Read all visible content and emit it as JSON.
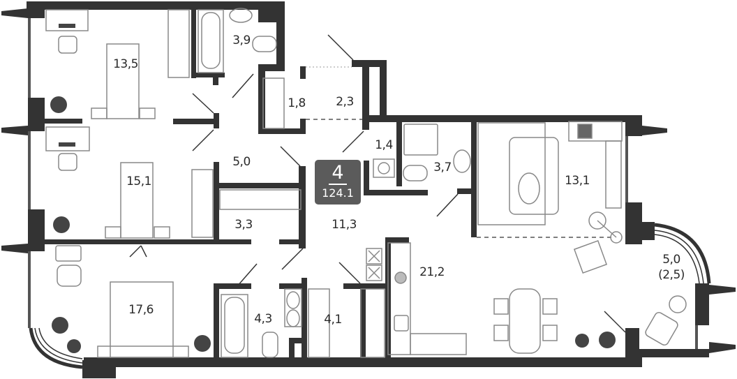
{
  "plan": {
    "type": "apartment-floor-plan",
    "summary_badge": {
      "rooms": "4",
      "total_area": "124.1",
      "color": "#5b5b5b"
    },
    "wall_color": "#333333",
    "furniture_color": "#888888",
    "rooms": [
      {
        "id": "bedroom-1",
        "label": "13,5"
      },
      {
        "id": "bathroom-1",
        "label": "3,9"
      },
      {
        "id": "wardrobe-1",
        "label": "1,8"
      },
      {
        "id": "entrance",
        "label": "2,3"
      },
      {
        "id": "wc",
        "label": "1,4"
      },
      {
        "id": "shower-room",
        "label": "3,7"
      },
      {
        "id": "living-room",
        "label": "13,1"
      },
      {
        "id": "bedroom-2",
        "label": "15,1"
      },
      {
        "id": "hall-1",
        "label": "5,0"
      },
      {
        "id": "wardrobe-2",
        "label": "3,3"
      },
      {
        "id": "hall-2",
        "label": "11,3"
      },
      {
        "id": "bedroom-3",
        "label": "17,6"
      },
      {
        "id": "bathroom-2",
        "label": "4,3"
      },
      {
        "id": "dressing-room",
        "label": "4,1"
      },
      {
        "id": "kitchen-dining",
        "label": "21,2"
      },
      {
        "id": "balcony",
        "label": "5,0",
        "sublabel": "(2,5)"
      }
    ]
  }
}
